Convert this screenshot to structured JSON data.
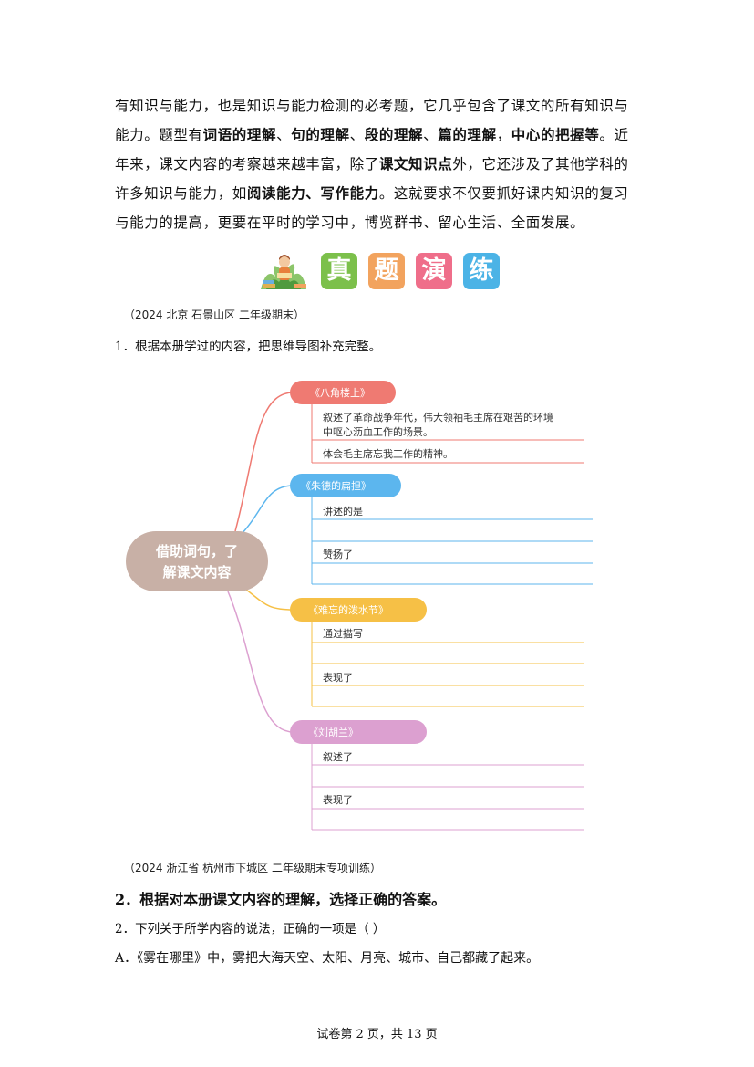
{
  "intro": {
    "line1": "有知识与能力，也是知识与能力检测的必考题，它几乎包含了课文的所有知识与",
    "line2_a": "能力。题型有",
    "line2_b": "词语的理解",
    "line2_c": "、",
    "line2_d": "句的理解",
    "line2_e": "、",
    "line2_f": "段的理解",
    "line2_g": "、",
    "line2_h": "篇的理解",
    "line2_i": "，",
    "line2_j": "中心的把握等",
    "line2_k": "。近",
    "line3_a": "年来，课文内容的考察越来越丰富，除了",
    "line3_b": "课文知识点",
    "line3_c": "外，它还涉及了其他学科的",
    "line4_a": "许多知识与能力，如",
    "line4_b": "阅读能力、写作能力",
    "line4_c": "。这就要求不仅要抓好课内知识的复习",
    "line5": "与能力的提高，更要在平时的学习中，博览群书、留心生活、全面发展。"
  },
  "banner": {
    "chars": [
      "真",
      "题",
      "演",
      "练"
    ],
    "colors": [
      "#7cc04b",
      "#f2a35e",
      "#ef6e8a",
      "#4bb3e6"
    ]
  },
  "q1": {
    "source": "（2024  北京  石景山区  二年级期末）",
    "stem": "1．根据本册学过的内容，把思维导图补充完整。"
  },
  "mindmap": {
    "center": "借助词句，了解课文内容",
    "center_line1": "借助词句，了",
    "center_line2": "解课文内容",
    "center_color": "#c8b0a6",
    "branches": [
      {
        "title": "《八角楼上》",
        "color": "#ef7a72",
        "items": [
          "叙述了革命战争年代，伟大领袖毛主席在艰苦的环境",
          "中呕心沥血工作的场景。",
          "体会毛主席忘我工作的精神。"
        ]
      },
      {
        "title": "《朱德的扁担》",
        "color": "#5cb6ee",
        "items": [
          "讲述的是",
          "赞扬了"
        ]
      },
      {
        "title": "《难忘的泼水节》",
        "color": "#f6c046",
        "items": [
          "通过描写",
          "表现了"
        ]
      },
      {
        "title": "《刘胡兰》",
        "color": "#dca0d0",
        "items": [
          "叙述了",
          "表现了"
        ]
      }
    ]
  },
  "q2": {
    "source": "（2024  浙江省  杭州市下城区  二年级期末专项训练）",
    "heading": "2．根据对本册课文内容的理解，选择正确的答案。",
    "stem": "2．下列关于所学内容的说法，正确的一项是（      ）",
    "option_a": "A．《雾在哪里》中，雾把大海天空、太阳、月亮、城市、自己都藏了起来。"
  },
  "footer": "试卷第 2 页，共 13 页"
}
